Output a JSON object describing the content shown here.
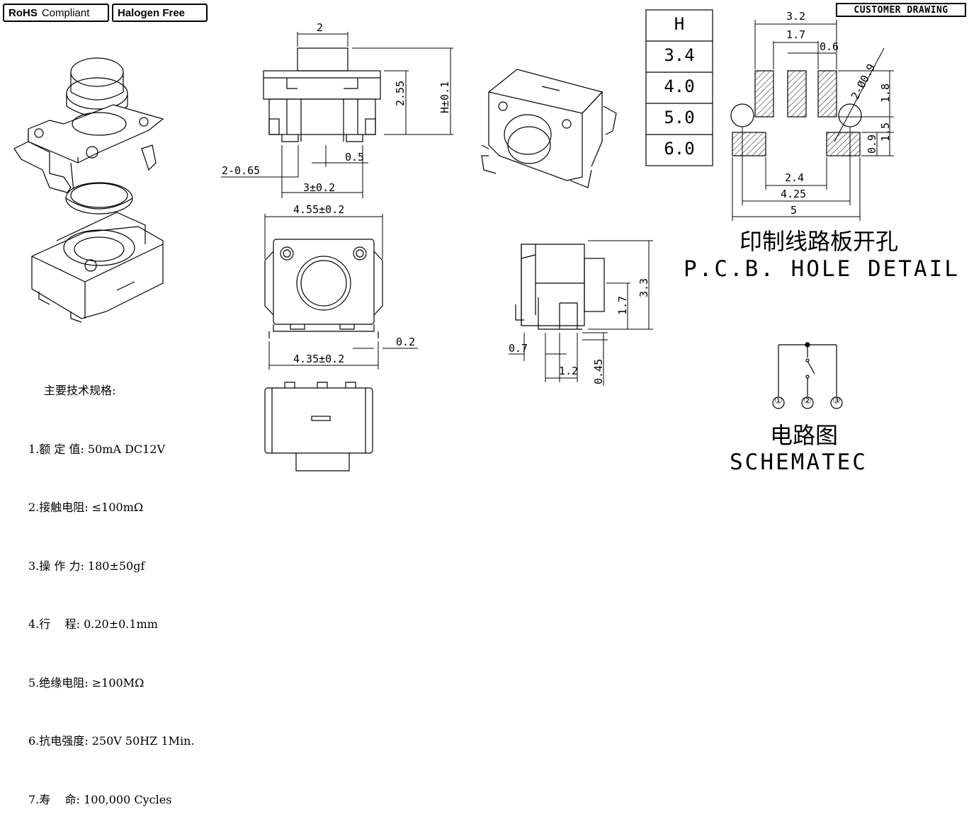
{
  "badges": {
    "rohs_bold": "RoHS",
    "rohs_text": "Compliant",
    "halogen": "Halogen Free"
  },
  "customer_drawing": "CUSTOMER DRAWING",
  "height_table": {
    "header": "H",
    "rows": [
      "3.4",
      "4.0",
      "5.0",
      "6.0"
    ]
  },
  "front_view": {
    "top_width": "2",
    "body_height": "2.55",
    "total_height": "H±0.1",
    "lead_width": "2-0.65",
    "pin_gap": "0.5",
    "pin_span": "3±0.2"
  },
  "top_view": {
    "width_top": "4.55±0.2",
    "width_bottom": "4.35±0.2",
    "lead": "0.2"
  },
  "side_view": {
    "height_total": "3.3",
    "height_mid": "1.7",
    "lead_length": "0.7",
    "pin_width": "1.2",
    "foot_height": "0.45"
  },
  "pcb": {
    "dim_32": "3.2",
    "dim_17": "1.7",
    "dim_06": "0.6",
    "hole": "2-Ø0.9",
    "dim_18": "1.8",
    "dim_15": "1.5",
    "dim_09": "0.9",
    "dim_24": "2.4",
    "dim_425": "4.25",
    "dim_5": "5",
    "title_cn": "印制线路板开孔",
    "title_en": "P.C.B. HOLE DETAIL"
  },
  "schematic": {
    "pins": [
      "①",
      "②",
      "③"
    ],
    "title_cn": "电路图",
    "title_en": "SCHEMATEC"
  },
  "specs": {
    "title": "主要技术规格:",
    "items": [
      "1.额 定 值: 50mA DC12V",
      "2.接触电阻: ≤100mΩ",
      "3.操 作 力: 180±50gf",
      "4.行    程: 0.20±0.1mm",
      "5.绝缘电阻: ≥100MΩ",
      "6.抗电强度: 250V 50HZ 1Min.",
      "7.寿    命: 100,000 Cycles"
    ]
  }
}
